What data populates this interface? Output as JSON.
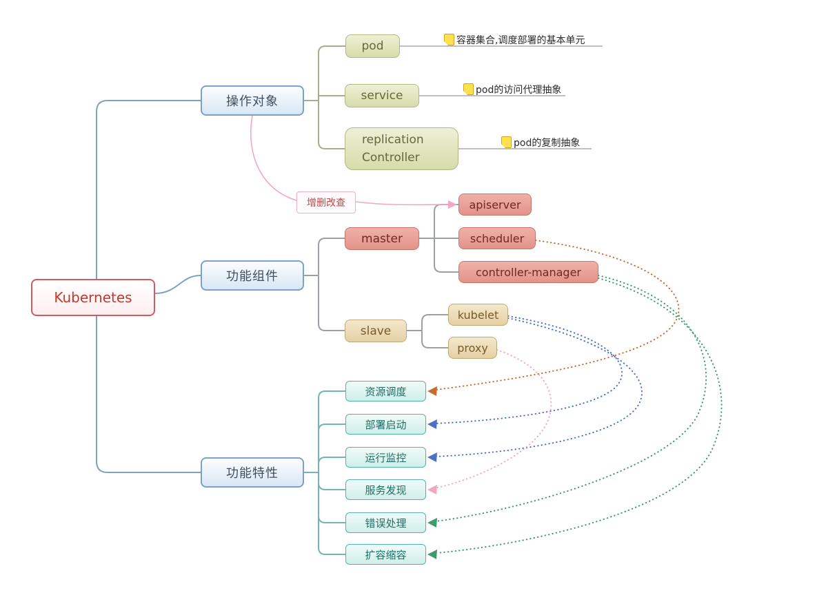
{
  "nodes": {
    "root": "Kubernetes",
    "objects": "操作对象",
    "pod": "pod",
    "service": "service",
    "replication_controller": "replication Controller",
    "components": "功能组件",
    "master": "master",
    "apiserver": "apiserver",
    "scheduler": "scheduler",
    "controller_manager": "controller-manager",
    "slave": "slave",
    "kubelet": "kubelet",
    "proxy": "proxy",
    "features": "功能特性",
    "feature_scheduling": "资源调度",
    "feature_deploy": "部署启动",
    "feature_monitor": "运行监控",
    "feature_discovery": "服务发现",
    "feature_error": "错误处理",
    "feature_scaling": "扩容缩容",
    "relation_crud": "增删改查"
  },
  "notes": {
    "pod": "容器集合,调度部署的基本单元",
    "service": "pod的访问代理抽象",
    "replication_controller": "pod的复制抽象"
  },
  "colors": {
    "root_border": "#cf5a62",
    "root_text": "#c0392b",
    "main_topic_border": "#7aa1cb",
    "olive_fill": "#d6dcaa",
    "salmon_fill": "#e2938a",
    "tan_fill": "#e4d0a5",
    "teal_border": "#54b3a9",
    "note_yellow": "#ffe14d",
    "relation_orange": "#c96a2e",
    "relation_blue": "#4a72c4",
    "relation_green": "#3f9a6e",
    "relation_pink": "#f2a7c3"
  }
}
